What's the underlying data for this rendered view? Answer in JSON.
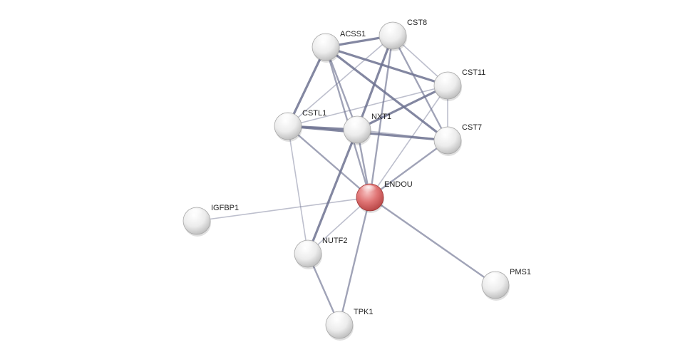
{
  "network": {
    "colors": {
      "query_node": "#d9534f",
      "other_node": "#e8e8e8",
      "edge": "#6d7290"
    },
    "nodes": [
      {
        "id": "acss1",
        "label": "ACSS1",
        "query": false
      },
      {
        "id": "cst8",
        "label": "CST8",
        "query": false
      },
      {
        "id": "cst11",
        "label": "CST11",
        "query": false
      },
      {
        "id": "cstl1",
        "label": "CSTL1",
        "query": false
      },
      {
        "id": "nxt1",
        "label": "NXT1",
        "query": false
      },
      {
        "id": "cst7",
        "label": "CST7",
        "query": false
      },
      {
        "id": "endou",
        "label": "ENDOU",
        "query": true
      },
      {
        "id": "igfbp1",
        "label": "IGFBP1",
        "query": false
      },
      {
        "id": "nutf2",
        "label": "NUTF2",
        "query": false
      },
      {
        "id": "pms1",
        "label": "PMS1",
        "query": false
      },
      {
        "id": "tpk1",
        "label": "TPK1",
        "query": false
      }
    ],
    "edges": [
      {
        "source": "acss1",
        "target": "cst8",
        "strength": "strong"
      },
      {
        "source": "acss1",
        "target": "cst11",
        "strength": "strong"
      },
      {
        "source": "acss1",
        "target": "cstl1",
        "strength": "strong"
      },
      {
        "source": "acss1",
        "target": "nxt1",
        "strength": "medium"
      },
      {
        "source": "acss1",
        "target": "cst7",
        "strength": "strong"
      },
      {
        "source": "acss1",
        "target": "endou",
        "strength": "medium"
      },
      {
        "source": "cst8",
        "target": "cst11",
        "strength": "weak"
      },
      {
        "source": "cst8",
        "target": "cstl1",
        "strength": "weak"
      },
      {
        "source": "cst8",
        "target": "nxt1",
        "strength": "strong"
      },
      {
        "source": "cst8",
        "target": "cst7",
        "strength": "medium"
      },
      {
        "source": "cst8",
        "target": "endou",
        "strength": "medium"
      },
      {
        "source": "cst11",
        "target": "cstl1",
        "strength": "weak"
      },
      {
        "source": "cst11",
        "target": "nxt1",
        "strength": "strong"
      },
      {
        "source": "cst11",
        "target": "cst7",
        "strength": "weak"
      },
      {
        "source": "cst11",
        "target": "endou",
        "strength": "weak"
      },
      {
        "source": "cstl1",
        "target": "nxt1",
        "strength": "strong"
      },
      {
        "source": "cstl1",
        "target": "cst7",
        "strength": "strong"
      },
      {
        "source": "cstl1",
        "target": "endou",
        "strength": "medium"
      },
      {
        "source": "cstl1",
        "target": "nutf2",
        "strength": "weak"
      },
      {
        "source": "nxt1",
        "target": "endou",
        "strength": "medium"
      },
      {
        "source": "nxt1",
        "target": "nutf2",
        "strength": "strong"
      },
      {
        "source": "nxt1",
        "target": "cst7",
        "strength": "weak"
      },
      {
        "source": "cst7",
        "target": "endou",
        "strength": "medium"
      },
      {
        "source": "endou",
        "target": "igfbp1",
        "strength": "weak"
      },
      {
        "source": "endou",
        "target": "nutf2",
        "strength": "weak"
      },
      {
        "source": "endou",
        "target": "pms1",
        "strength": "medium"
      },
      {
        "source": "endou",
        "target": "tpk1",
        "strength": "medium"
      },
      {
        "source": "nutf2",
        "target": "tpk1",
        "strength": "medium"
      }
    ]
  }
}
